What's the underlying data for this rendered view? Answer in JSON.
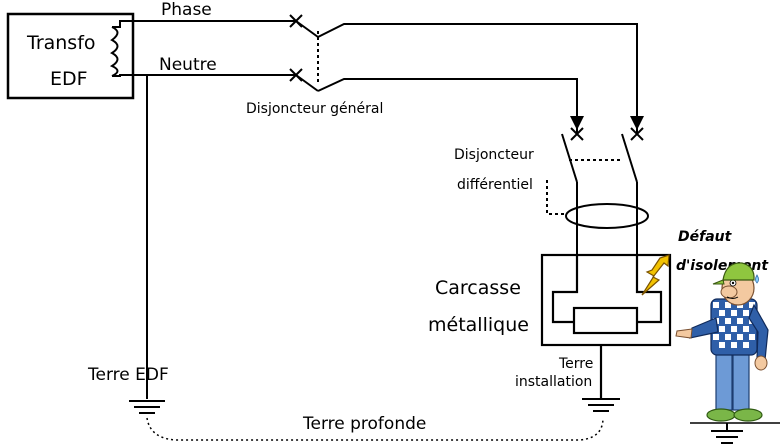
{
  "labels": {
    "transfo": "Transfo",
    "edf": "EDF",
    "phase": "Phase",
    "neutre": "Neutre",
    "disjoncteur_general": "Disjoncteur général",
    "disjoncteur_line1": "Disjoncteur",
    "differentiel_line2": "différentiel",
    "defaut_line1": "Défaut",
    "defaut_line2": "d'isolement",
    "carcasse_line1": "Carcasse",
    "carcasse_line2": "métallique",
    "terre_installation_line1": "Terre",
    "terre_installation_line2": "installation",
    "terre_edf": "Terre  EDF",
    "terre_profonde": "Terre profonde"
  },
  "colors": {
    "wire": "#000000",
    "fault_bolt": "#f2c200",
    "fault_bolt_outline": "#7a5200",
    "person_shirt": "#2f5fa8",
    "person_pants": "#6d9ad6",
    "person_cap": "#8fc63f",
    "person_skin": "#f3c9a0",
    "person_shoes": "#7ab648"
  },
  "icons": {
    "person": "worried-person-icon",
    "lightning": "lightning-bolt-icon",
    "transformer_coil": "transformer-coil-icon",
    "ground": "ground-symbol-icon"
  }
}
